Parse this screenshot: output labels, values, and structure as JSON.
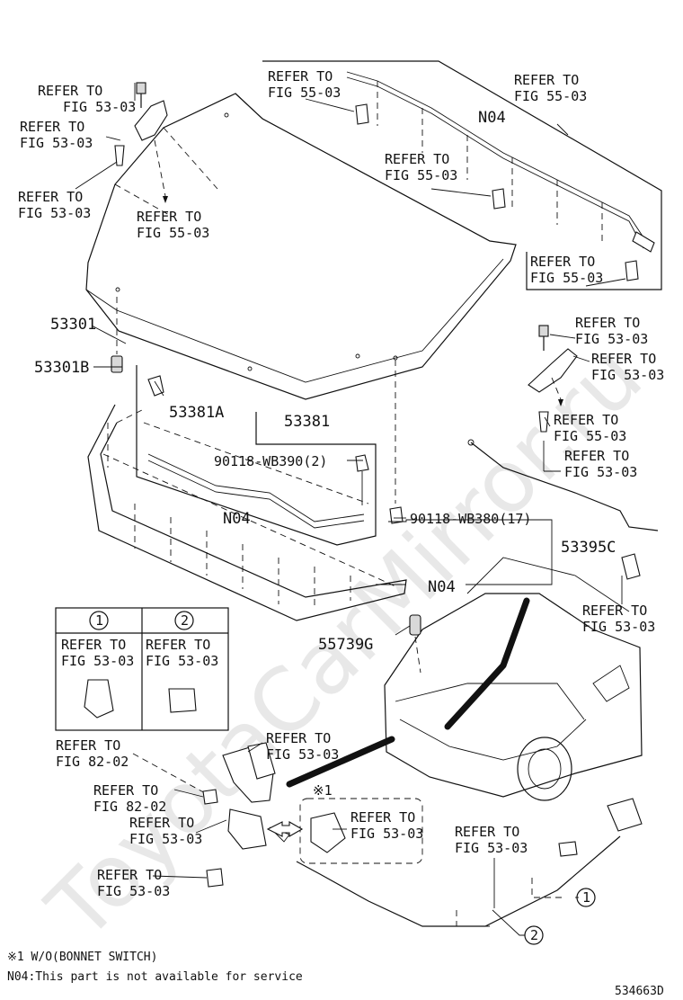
{
  "watermark": "ToyotaCarMirror.ru",
  "labels": {
    "refer_53_03": "REFER TO FIG 53-03",
    "refer_55_03": "REFER TO FIG 55-03",
    "refer_82_02": "REFER TO FIG 82-02",
    "p53301": "53301",
    "p53301b": "53301B",
    "p53381a": "53381A",
    "p53381": "53381",
    "p90118_390": "90118-WB390(2)",
    "p90118_380": "90118-WB380(17)",
    "p53395c": "53395C",
    "p55739g": "55739G",
    "n04": "N04",
    "circle1": "1",
    "circle2": "2",
    "asterisk1": "※1"
  },
  "inset": {
    "col1": "1",
    "col2": "2"
  },
  "footnotes": {
    "note1": "※1 W/O(BONNET SWITCH)",
    "note2": "N04:This part is not available for service"
  },
  "figure_code": "534663D"
}
